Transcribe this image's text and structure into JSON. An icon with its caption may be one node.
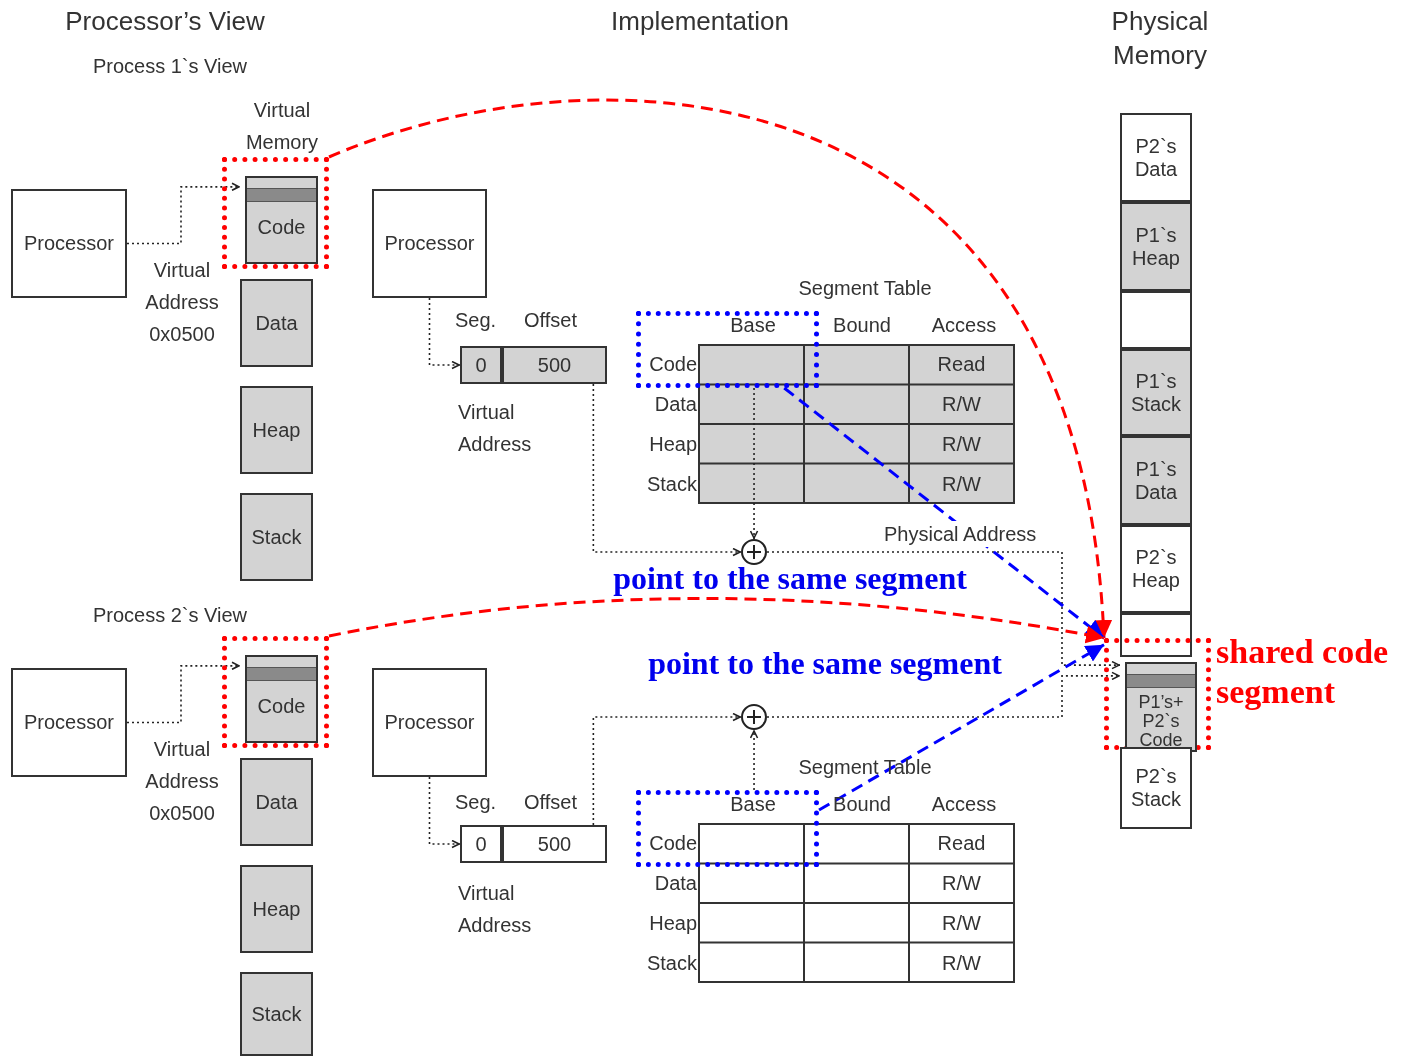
{
  "diagram": {
    "nodes": [
      {
        "text": [
          "Processor"
        ]
      },
      {
        "text": [],
        "shape": "box"
      },
      {
        "text": [
          "Code"
        ],
        "in": 1
      },
      {
        "text": [
          "Data"
        ]
      },
      {
        "text": [
          "Heap"
        ]
      },
      {
        "text": [
          "Stack"
        ]
      },
      {
        "text": [
          "Processor"
        ]
      },
      {
        "text": [
          "0"
        ]
      },
      {
        "text": [
          "500"
        ]
      },
      {
        "text": [],
        "shape": "box"
      },
      {
        "text": [],
        "shape": "circle"
      },
      {
        "text": [
          "P2`s Data"
        ]
      },
      {
        "text": [
          "P1`s Heap"
        ]
      },
      {
        "text": [],
        "shape": "box"
      },
      {
        "text": [
          "P1`s Stack"
        ]
      },
      {
        "text": [
          "P1`s Data"
        ]
      },
      {
        "text": [
          "P2`s Heap"
        ]
      },
      {
        "text": [],
        "shape": "box"
      },
      {
        "text": [],
        "shape": "box"
      },
      {
        "text": [
          "P1’s+ P2`s Code"
        ],
        "in": 18
      },
      {
        "text": [
          "P2`s Stack"
        ]
      },
      {
        "text": [
          "Processor"
        ]
      },
      {
        "text": [],
        "shape": "box"
      },
      {
        "text": [
          "Code"
        ],
        "in": 22
      },
      {
        "text": [
          "Data"
        ]
      },
      {
        "text": [
          "Heap"
        ]
      },
      {
        "text": [
          "Stack"
        ]
      },
      {
        "text": [
          "Processor"
        ]
      },
      {
        "text": [
          "0"
        ]
      },
      {
        "text": [
          "500"
        ]
      },
      {
        "text": [],
        "shape": "box"
      },
      {
        "text": [],
        "shape": "circle"
      }
    ],
    "edges": [
      {
        "from": 0,
        "to": 2,
        "arrow": "to"
      },
      {
        "from": 6,
        "to": 7,
        "arrow": "to"
      },
      {
        "from": 8,
        "to": 10,
        "arrow": "to"
      },
      {
        "from": 9,
        "to": 10,
        "arrow": "to"
      },
      {
        "from": 10,
        "to": 19,
        "arrow": "to",
        "label": "Physical Address"
      },
      {
        "from": 1,
        "to": 18,
        "arrow": "to",
        "style": "dashed",
        "color": "#ff0000"
      },
      {
        "from": 9,
        "to": 18,
        "arrow": "to",
        "style": "dashed",
        "color": "#0000ff"
      },
      {
        "from": 21,
        "to": 23,
        "arrow": "to"
      },
      {
        "from": 27,
        "to": 28,
        "arrow": "to"
      },
      {
        "from": 29,
        "to": 31,
        "arrow": "to"
      },
      {
        "from": 30,
        "to": 31,
        "arrow": "to"
      },
      {
        "from": 31,
        "to": 19,
        "arrow": "to"
      },
      {
        "from": 22,
        "to": 18,
        "arrow": "to",
        "style": "dashed",
        "color": "#ff0000"
      },
      {
        "from": 30,
        "to": 18,
        "arrow": "to",
        "style": "dashed",
        "color": "#0000ff"
      }
    ],
    "labels": [
      "Processor’s View",
      "Implementation",
      "Physical Memory",
      "Process 1`s View",
      "Virtual Memory",
      "Virtual Address 0x0500",
      "Seg.",
      "Offset",
      "Segment Table",
      "Base",
      "Bound",
      "Access",
      "Code",
      "Read",
      "Data",
      "R/W",
      "Heap",
      "R/W",
      "Stack",
      "R/W",
      "Virtual Address",
      "point to the same segment",
      "Process 2`s View",
      "point to the same segment",
      "shared code segment",
      "Virtual Address 0x0500",
      "Seg.",
      "Offset",
      "Segment Table",
      "Base",
      "Bound",
      "Access",
      "Code",
      "Read",
      "Data",
      "R/W",
      "Heap",
      "R/W",
      "Stack",
      "R/W",
      "Virtual Address"
    ]
  }
}
